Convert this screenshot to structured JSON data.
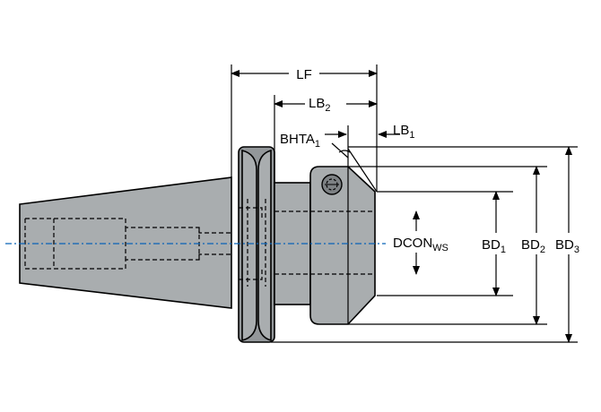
{
  "labels": {
    "lf": "LF",
    "lb2_main": "LB",
    "lb2_sub": "2",
    "lb1_main": "LB",
    "lb1_sub": "1",
    "bhta_main": "BHTA",
    "bhta_sub": "1",
    "dcon_main": "DCON",
    "dcon_sub": "WS",
    "bd1_main": "BD",
    "bd1_sub": "1",
    "bd2_main": "BD",
    "bd2_sub": "2",
    "bd3_main": "BD",
    "bd3_sub": "3"
  },
  "colors": {
    "body": "#a9adaf",
    "axis": "#0a63b8",
    "line": "#000000"
  }
}
